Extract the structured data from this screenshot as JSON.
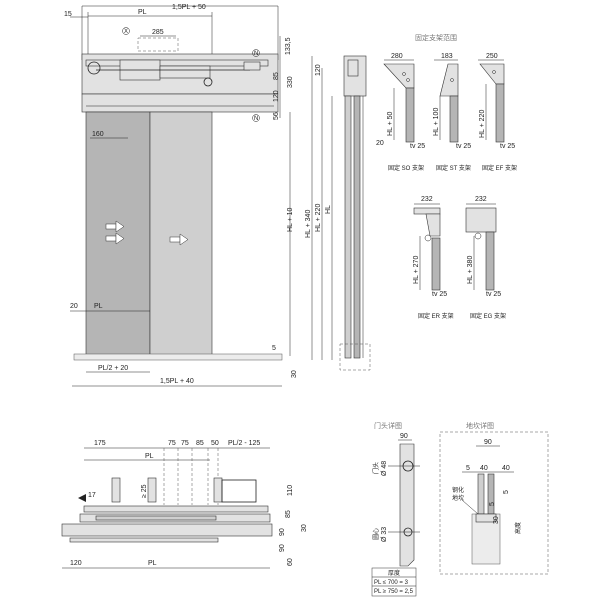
{
  "front_view": {
    "dim_15": "15",
    "dim_PL_top": "PL",
    "dim_top_total": "1,5PL + 50",
    "dim_285": "285",
    "dim_133_5": "133,5",
    "dim_85": "85",
    "dim_120": "120",
    "dim_330": "330",
    "dim_56": "56",
    "dim_160": "160",
    "dim_HL10": "HL + 10",
    "dim_20": "20",
    "dim_PL_left": "PL",
    "dim_5": "5",
    "dim_30": "30",
    "dim_PL2_20": "PL/2 + 20",
    "dim_bottom_total": "1,5PL + 40",
    "marker_x": "X",
    "marker_n": "N"
  },
  "side_view": {
    "dim_120": "120",
    "dim_HL340": "HL + 340",
    "dim_HL220": "HL + 220",
    "dim_HL": "HL",
    "dim_20": "20"
  },
  "brackets": {
    "title": "固定支架范围",
    "so": {
      "width": "280",
      "height": "HL + 50",
      "tv": "tv  25",
      "caption": "固定 SO 支架"
    },
    "st": {
      "width": "183",
      "height": "HL + 100",
      "tv": "tv  25",
      "caption": "固定 ST 支架"
    },
    "ef": {
      "width": "250",
      "height": "HL + 220",
      "tv": "tv  25",
      "caption": "固定 EF 支架"
    },
    "er": {
      "width": "232",
      "height": "HL + 270",
      "tv": "tv  25",
      "caption": "固定 ER 支架"
    },
    "eg": {
      "width": "232",
      "height": "HL + 380",
      "tv": "tv  25",
      "caption": "固定 EG 支架"
    }
  },
  "plan_view": {
    "dims_top": [
      "175",
      "75",
      "75",
      "85",
      "50",
      "PL/2 - 125"
    ],
    "dim_PL_top": "PL",
    "dim_25": "≥ 25",
    "dim_17": "17",
    "dim_110": "110",
    "dim_85": "85",
    "dim_90": "90",
    "dim_120": "120",
    "dim_PL_bottom": "PL",
    "dim_60": "60",
    "dim_30": "30",
    "dim_90b": "90"
  },
  "header_detail": {
    "title": "门头详图",
    "hole_top": "门头",
    "dia_top": "Ø 48",
    "hole_bottom": "圆心",
    "dia_bottom": "Ø 33",
    "dim_90": "90",
    "thickness_label": "厚度",
    "rule_1": "PL ≤ 700 = 3",
    "rule_2": "PL ≥ 750 = 2,5"
  },
  "floor_detail": {
    "title": "地坎详图",
    "dim_90": "90",
    "dim_5a": "5",
    "dim_40a": "40",
    "dim_40b": "40",
    "dim_5b": "5",
    "label_glass": "钢化",
    "label_track": "地坎",
    "dim_5c": "5",
    "dim_30": "30",
    "label_depth": "高度"
  }
}
